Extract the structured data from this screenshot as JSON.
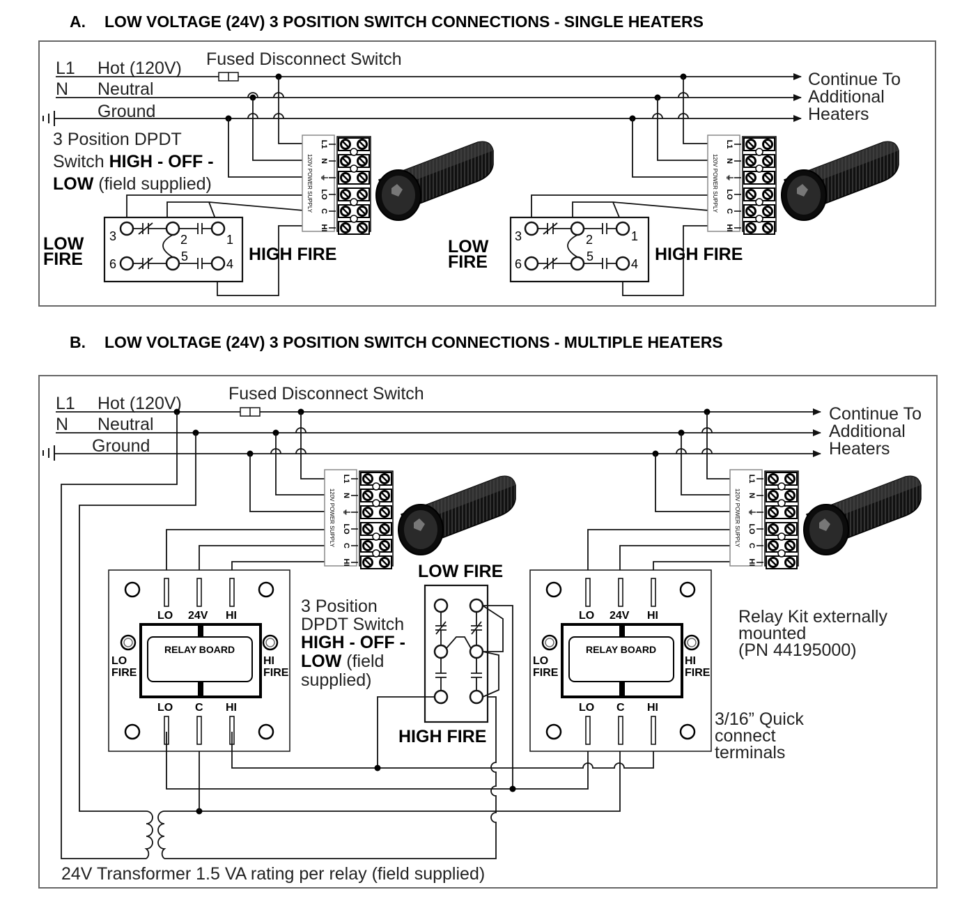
{
  "section_a": {
    "letter": "A.",
    "title": "LOW VOLTAGE (24V) 3 POSITION SWITCH CONNECTIONS - SINGLE HEATERS",
    "fused_disconnect": "Fused Disconnect Switch",
    "l1": "L1",
    "hot": "Hot (120V)",
    "n": "N",
    "neutral": "Neutral",
    "ground": "Ground",
    "switch_line1": "3 Position DPDT",
    "switch_line2_plain": "Switch ",
    "switch_line2_bold": "HIGH - OFF -",
    "switch_line3_bold": "LOW",
    "switch_line3_plain": " (field supplied)",
    "low": "LOW",
    "fire": "FIRE",
    "high_fire": "HIGH FIRE",
    "continue_1": "Continue To",
    "continue_2": "Additional",
    "continue_3": "Heaters",
    "pins": [
      "1",
      "2",
      "3",
      "4",
      "5",
      "6"
    ]
  },
  "section_b": {
    "letter": "B.",
    "title": "LOW VOLTAGE (24V) 3 POSITION SWITCH CONNECTIONS - MULTIPLE HEATERS",
    "fused_disconnect": "Fused Disconnect Switch",
    "l1": "L1",
    "hot": "Hot (120V)",
    "n": "N",
    "neutral": "Neutral",
    "ground": "Ground",
    "continue_1": "Continue To",
    "continue_2": "Additional",
    "continue_3": "Heaters",
    "low_fire": "LOW FIRE",
    "high_fire": "HIGH FIRE",
    "switch_line1": "3 Position",
    "switch_line2": "DPDT Switch",
    "switch_line3_bold": "HIGH - OFF -",
    "switch_line4_bold": "LOW",
    "switch_line4_plain": " (field",
    "switch_line5": "supplied)",
    "relay_board": "RELAY BOARD",
    "relay_top": [
      "LO",
      "24V",
      "HI"
    ],
    "relay_bottom": [
      "LO",
      "C",
      "HI"
    ],
    "relay_lo": "LO",
    "relay_hi": "HI",
    "relay_fire": "FIRE",
    "relay_kit_1": "Relay Kit externally",
    "relay_kit_2": "mounted",
    "relay_kit_3": "(PN 44195000)",
    "quick_1": "3/16” Quick",
    "quick_2": "connect",
    "quick_3": "terminals",
    "transformer": "24V Transformer 1.5 VA rating per relay (field supplied)"
  },
  "terminal_block": {
    "labels": [
      "L1",
      "N",
      "⏚",
      "LO",
      "C",
      "HI"
    ],
    "supply": "120V POWER SUPPLY"
  }
}
